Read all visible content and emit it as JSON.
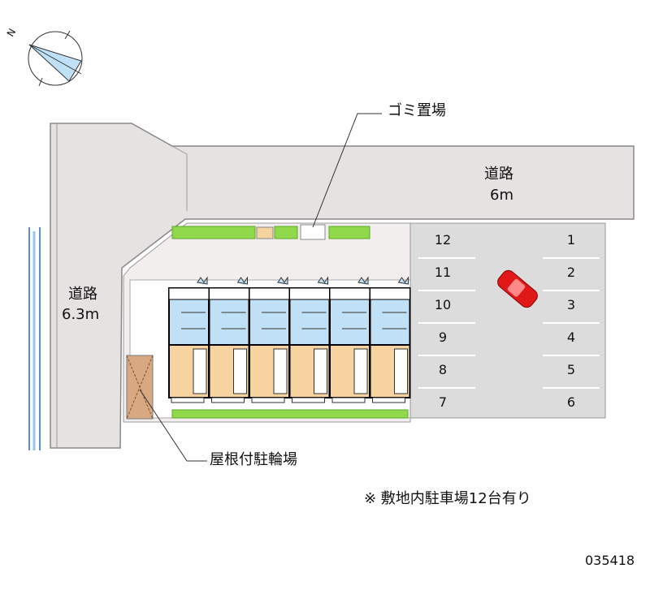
{
  "labels": {
    "garbage": "ゴミ置場",
    "road_top": "道路",
    "road_top_width": "6m",
    "road_left": "道路",
    "road_left_width": "6.3m",
    "bike": "屋根付駐輪場",
    "note": "※ 敷地内駐車場12台有り",
    "code": "035418",
    "north": "N"
  },
  "parking": {
    "left": [
      "12",
      "11",
      "10",
      "9",
      "8",
      "7"
    ],
    "right": [
      "1",
      "2",
      "3",
      "4",
      "5",
      "6"
    ]
  },
  "colors": {
    "road": "#e6e2e2",
    "parking": "#dcdcdc",
    "unit_top": "#bfe0f5",
    "unit_bottom": "#f7d3a0",
    "hedge": "#8fd94a",
    "car": "#e01818",
    "bike": "#d7a882"
  },
  "units": 6
}
